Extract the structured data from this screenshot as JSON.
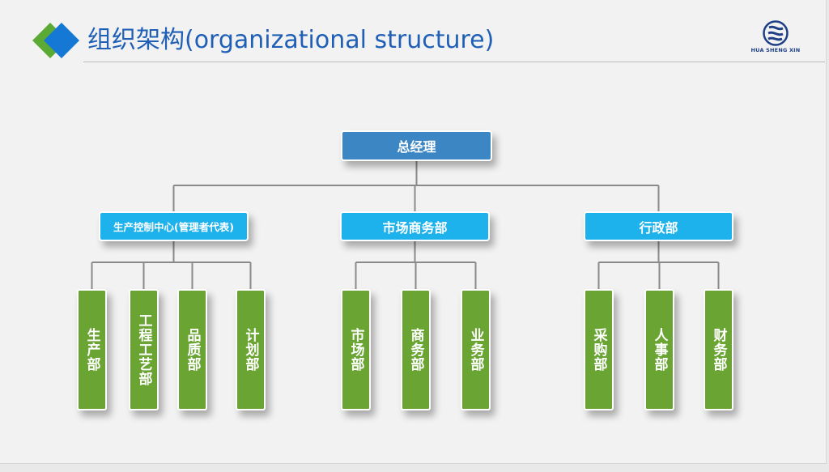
{
  "header": {
    "title": "组织架构(organizational structure)",
    "logo_text": "HUA SHENG XIN"
  },
  "colors": {
    "title": "#1f5fb5",
    "diamond_green": "#5aaa35",
    "diamond_blue": "#1478d4",
    "top_box": "#3d86c4",
    "mid_box": "#1eb2ec",
    "leaf_box": "#6aa534",
    "connector": "#8a8a8a",
    "logo": "#1e3f86"
  },
  "org": {
    "label": "总经理",
    "children": [
      {
        "label": "生产控制中心(管理者代表)",
        "children": [
          {
            "label": "生产部"
          },
          {
            "label": "工程工艺部"
          },
          {
            "label": "品质部"
          },
          {
            "label": "计划部"
          }
        ]
      },
      {
        "label": "市场商务部",
        "children": [
          {
            "label": "市场部"
          },
          {
            "label": "商务部"
          },
          {
            "label": "业务部"
          }
        ]
      },
      {
        "label": "行政部",
        "children": [
          {
            "label": "采购部"
          },
          {
            "label": "人事部"
          },
          {
            "label": "财务部"
          }
        ]
      }
    ]
  }
}
